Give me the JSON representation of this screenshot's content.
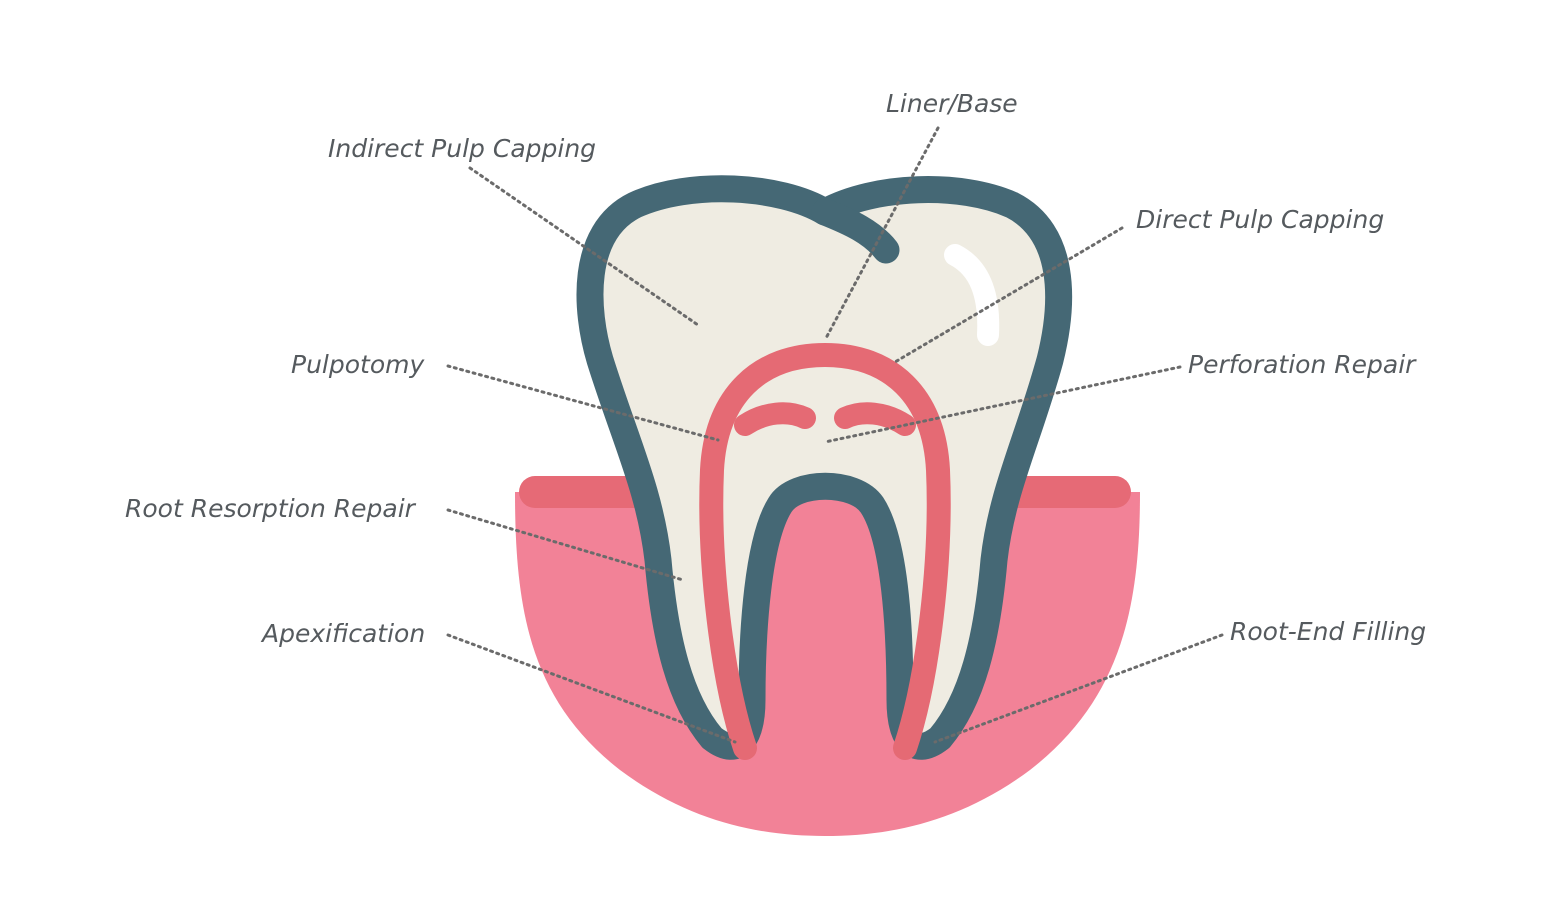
{
  "labels": {
    "liner_base": "Liner/Base",
    "indirect_pulp_capping": "Indirect Pulp Capping",
    "direct_pulp_capping": "Direct Pulp Capping",
    "pulpotomy": "Pulpotomy",
    "perforation_repair": "Perforation Repair",
    "root_resorption_repair": "Root Resorption Repair",
    "apexification": "Apexification",
    "root_end_filling": "Root-End Filling"
  },
  "colors": {
    "tooth_outline": "#456875",
    "enamel": "#efece2",
    "pulp": "#e56a74",
    "gum": "#f28297",
    "gum_rim": "#e66a76",
    "highlight": "#ffffff",
    "label_text": "#555a5e",
    "leader_line": "#6b6b6b"
  }
}
